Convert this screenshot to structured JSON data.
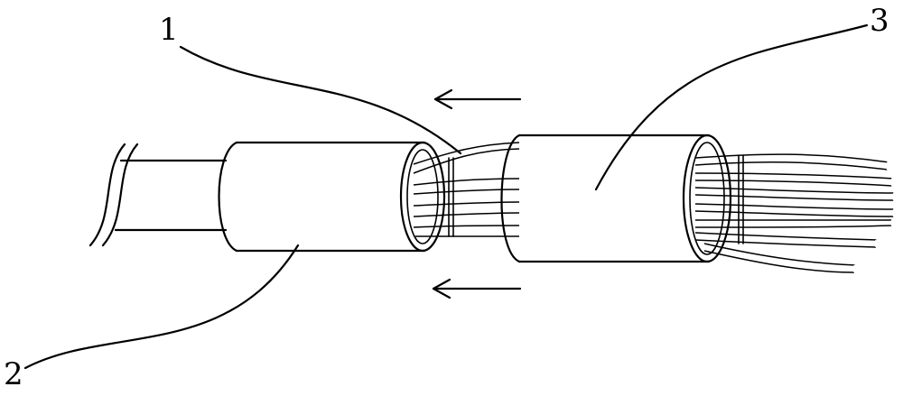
{
  "labels": {
    "one": "1",
    "two": "2",
    "three": "3"
  },
  "arrows": [
    {
      "direction": "left"
    },
    {
      "direction": "left"
    }
  ],
  "colors": {
    "stroke": "#000000",
    "background": "#ffffff"
  }
}
